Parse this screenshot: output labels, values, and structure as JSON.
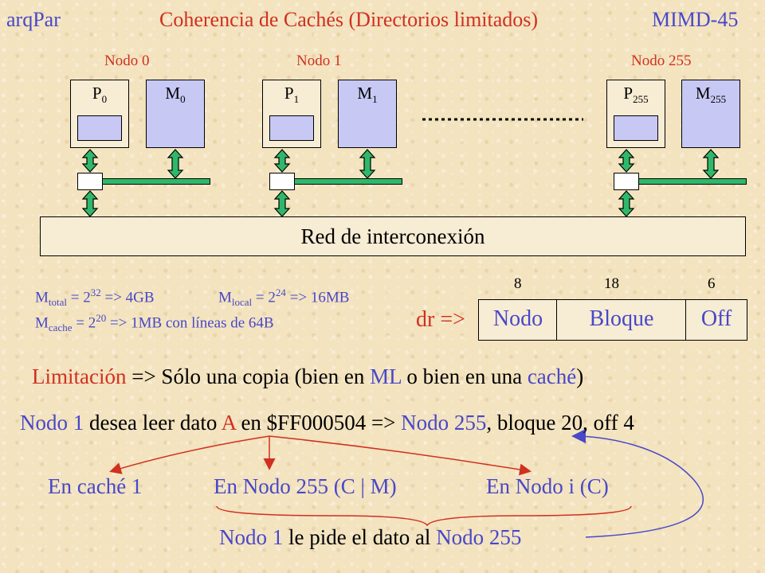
{
  "header": {
    "left": "arqPar",
    "title": "Coherencia de Cachés (Directorios limitados)",
    "right": "MIMD-45"
  },
  "nodes": [
    {
      "label": "Nodo 0",
      "p": "P",
      "p_sub": "0",
      "m": "M",
      "m_sub": "0"
    },
    {
      "label": "Nodo 1",
      "p": "P",
      "p_sub": "1",
      "m": "M",
      "m_sub": "1"
    },
    {
      "label": "Nodo 255",
      "p": "P",
      "p_sub": "255",
      "m": "M",
      "m_sub": "255"
    }
  ],
  "network_label": "Red de interconexión",
  "memory": {
    "total_base": "M",
    "total_sub": "total",
    "total_eq": " = 2",
    "total_exp": "32",
    "total_rest": " => 4GB",
    "local_base": "M",
    "local_sub": "local",
    "local_eq": " = 2",
    "local_exp": "24",
    "local_rest": " => 16MB",
    "cache_base": "M",
    "cache_sub": "cache",
    "cache_eq": " = 2",
    "cache_exp": "20",
    "cache_rest": " => 1MB con líneas de 64B"
  },
  "address": {
    "prefix": "dr =>",
    "fields": [
      {
        "bits": "8",
        "name": "Nodo"
      },
      {
        "bits": "18",
        "name": "Bloque"
      },
      {
        "bits": "6",
        "name": "Off"
      }
    ]
  },
  "limitation": {
    "p1": "Limitación",
    "p2": " => Sólo una copia (bien en ",
    "p3": "ML",
    "p4": " o bien en una ",
    "p5": "caché",
    "p6": ")"
  },
  "request": {
    "p1": "Nodo 1",
    "p2": " desea leer dato ",
    "p3": "A",
    "p4": " en $FF000504 => ",
    "p5": "Nodo 255",
    "p6": ", bloque 20, off 4"
  },
  "options": [
    "En caché 1",
    "En Nodo 255 (C | M)",
    "En Nodo i (C)"
  ],
  "conclusion": {
    "p1": "Nodo 1",
    "p2": " le pide el dato al ",
    "p3": "Nodo 255"
  },
  "colors": {
    "accent": "#4848c8",
    "red": "#d03020",
    "green": "#2fb86a",
    "memory": "#c8c8f4"
  }
}
